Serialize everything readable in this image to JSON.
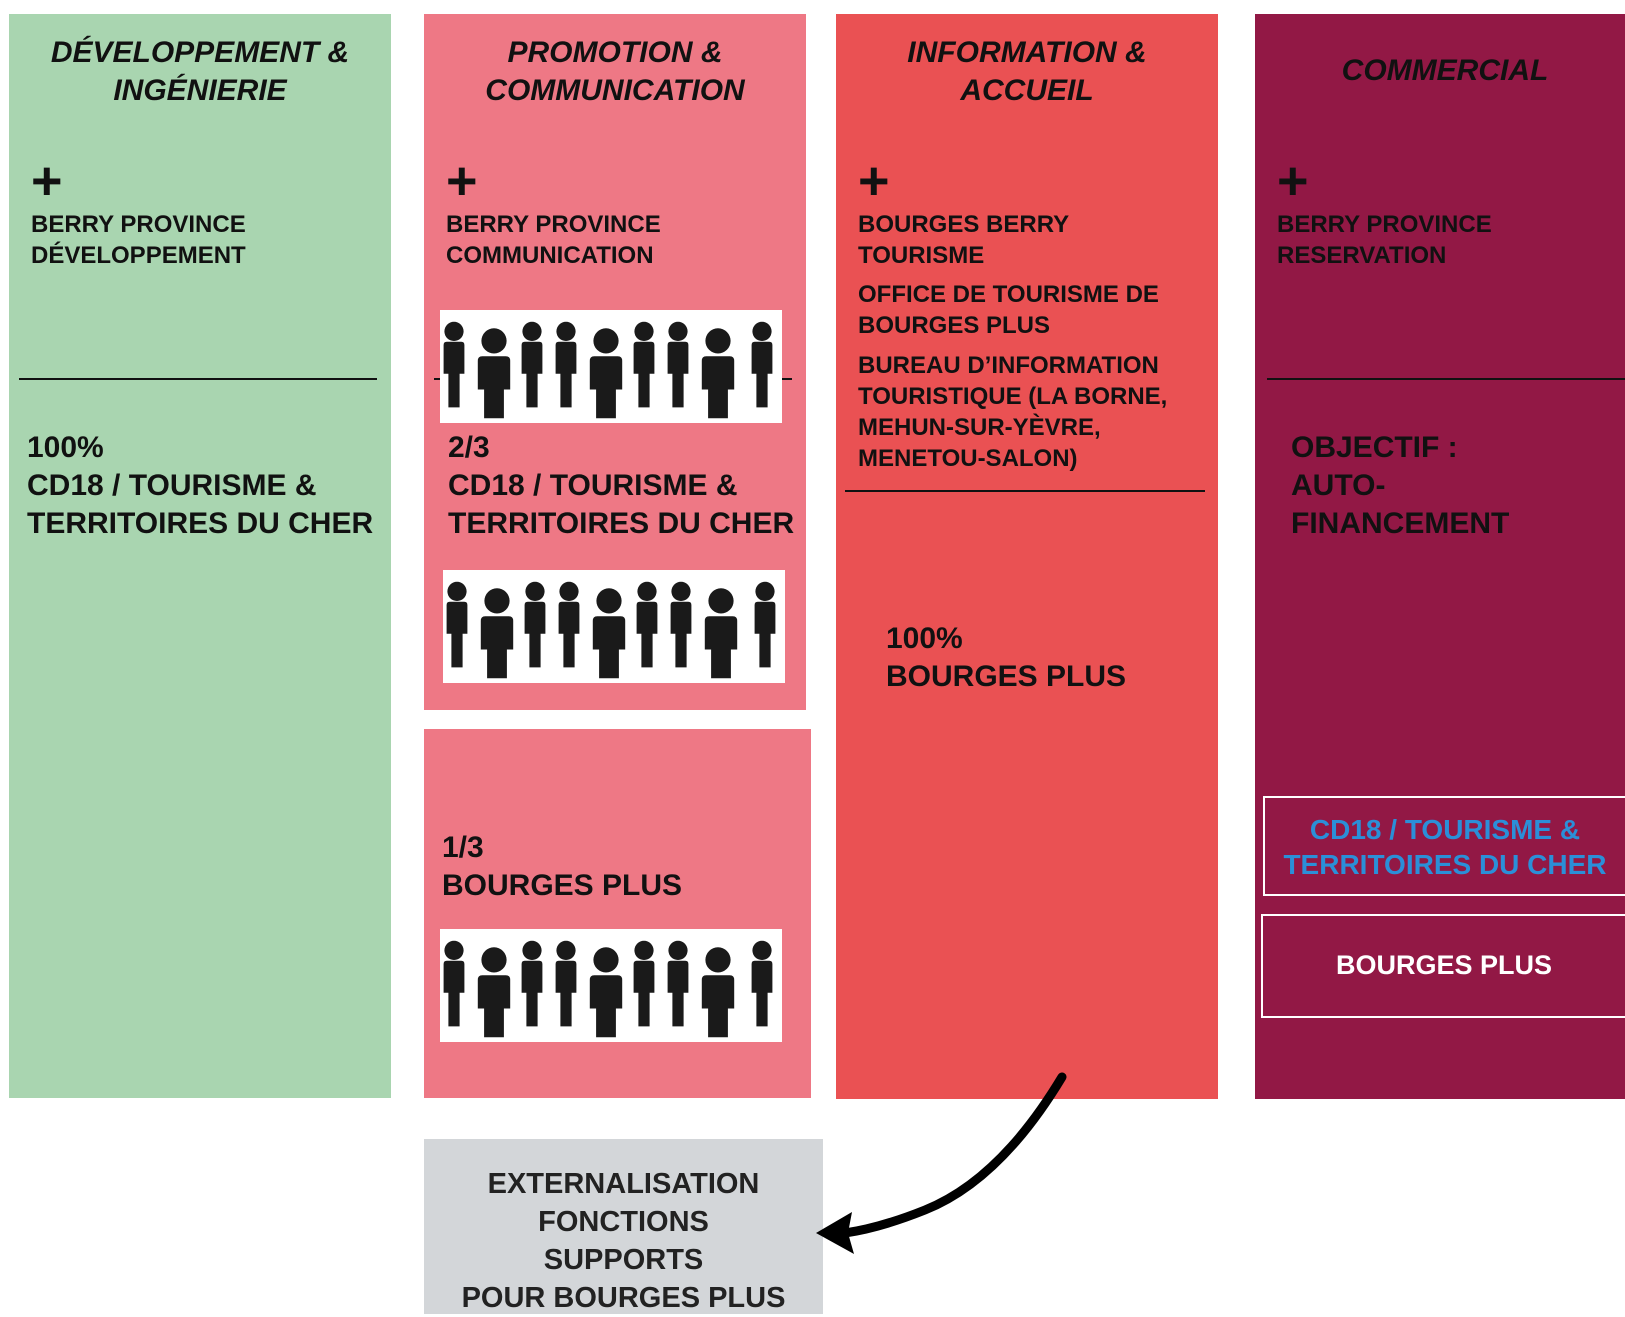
{
  "colors": {
    "green": "#a9d5b0",
    "pink": "#ee7885",
    "red": "#ea5153",
    "maroon": "#921845",
    "grey": "#d3d6d9",
    "blue_text": "#2b8fd8"
  },
  "columns": {
    "dev": {
      "title_line1": "DÉVELOPPEMENT &",
      "title_line2": "INGÉNIERIE",
      "plus": "+",
      "entity_line1": "BERRY PROVINCE",
      "entity_line2": "DÉVELOPPEMENT",
      "funding_share": "100%",
      "funding_line1": "CD18 / TOURISME &",
      "funding_line2": "TERRITOIRES DU CHER"
    },
    "promo": {
      "title_line1": "PROMOTION &",
      "title_line2": "COMMUNICATION",
      "plus": "+",
      "entity_line1": "BERRY PROVINCE",
      "entity_line2": "COMMUNICATION",
      "funding_share": "2/3",
      "funding_line1": "CD18 / TOURISME &",
      "funding_line2": "TERRITOIRES DU CHER",
      "second_share": "1/3",
      "second_label": "BOURGES PLUS"
    },
    "info": {
      "title_line1": "INFORMATION &",
      "title_line2": "ACCUEIL",
      "plus": "+",
      "entity1_line1": "BOURGES BERRY",
      "entity1_line2": "TOURISME",
      "entity2_line1": "OFFICE DE TOURISME DE",
      "entity2_line2": "BOURGES PLUS",
      "entity3_line1": "BUREAU D’INFORMATION",
      "entity3_line2": "TOURISTIQUE (LA BORNE,",
      "entity3_line3": "MEHUN-SUR-YÈVRE,",
      "entity3_line4": "MENETOU-SALON)",
      "funding_share": "100%",
      "funding_label": "BOURGES PLUS"
    },
    "commercial": {
      "title": "COMMERCIAL",
      "plus": "+",
      "entity_line1": "BERRY PROVINCE",
      "entity_line2": "RESERVATION",
      "objective_line1": "OBJECTIF :",
      "objective_line2": "AUTO-",
      "objective_line3": "FINANCEMENT",
      "box1_line1": "CD18 / TOURISME &",
      "box1_line2": "TERRITOIRES DU CHER",
      "box2": "BOURGES PLUS"
    }
  },
  "support_box": {
    "line1": "EXTERNALISATION",
    "line2": "FONCTIONS",
    "line3": "SUPPORTS",
    "line4": "POUR BOURGES PLUS"
  },
  "icons": {
    "people": "people-group-icon",
    "arrow": "curved-arrow-icon"
  }
}
